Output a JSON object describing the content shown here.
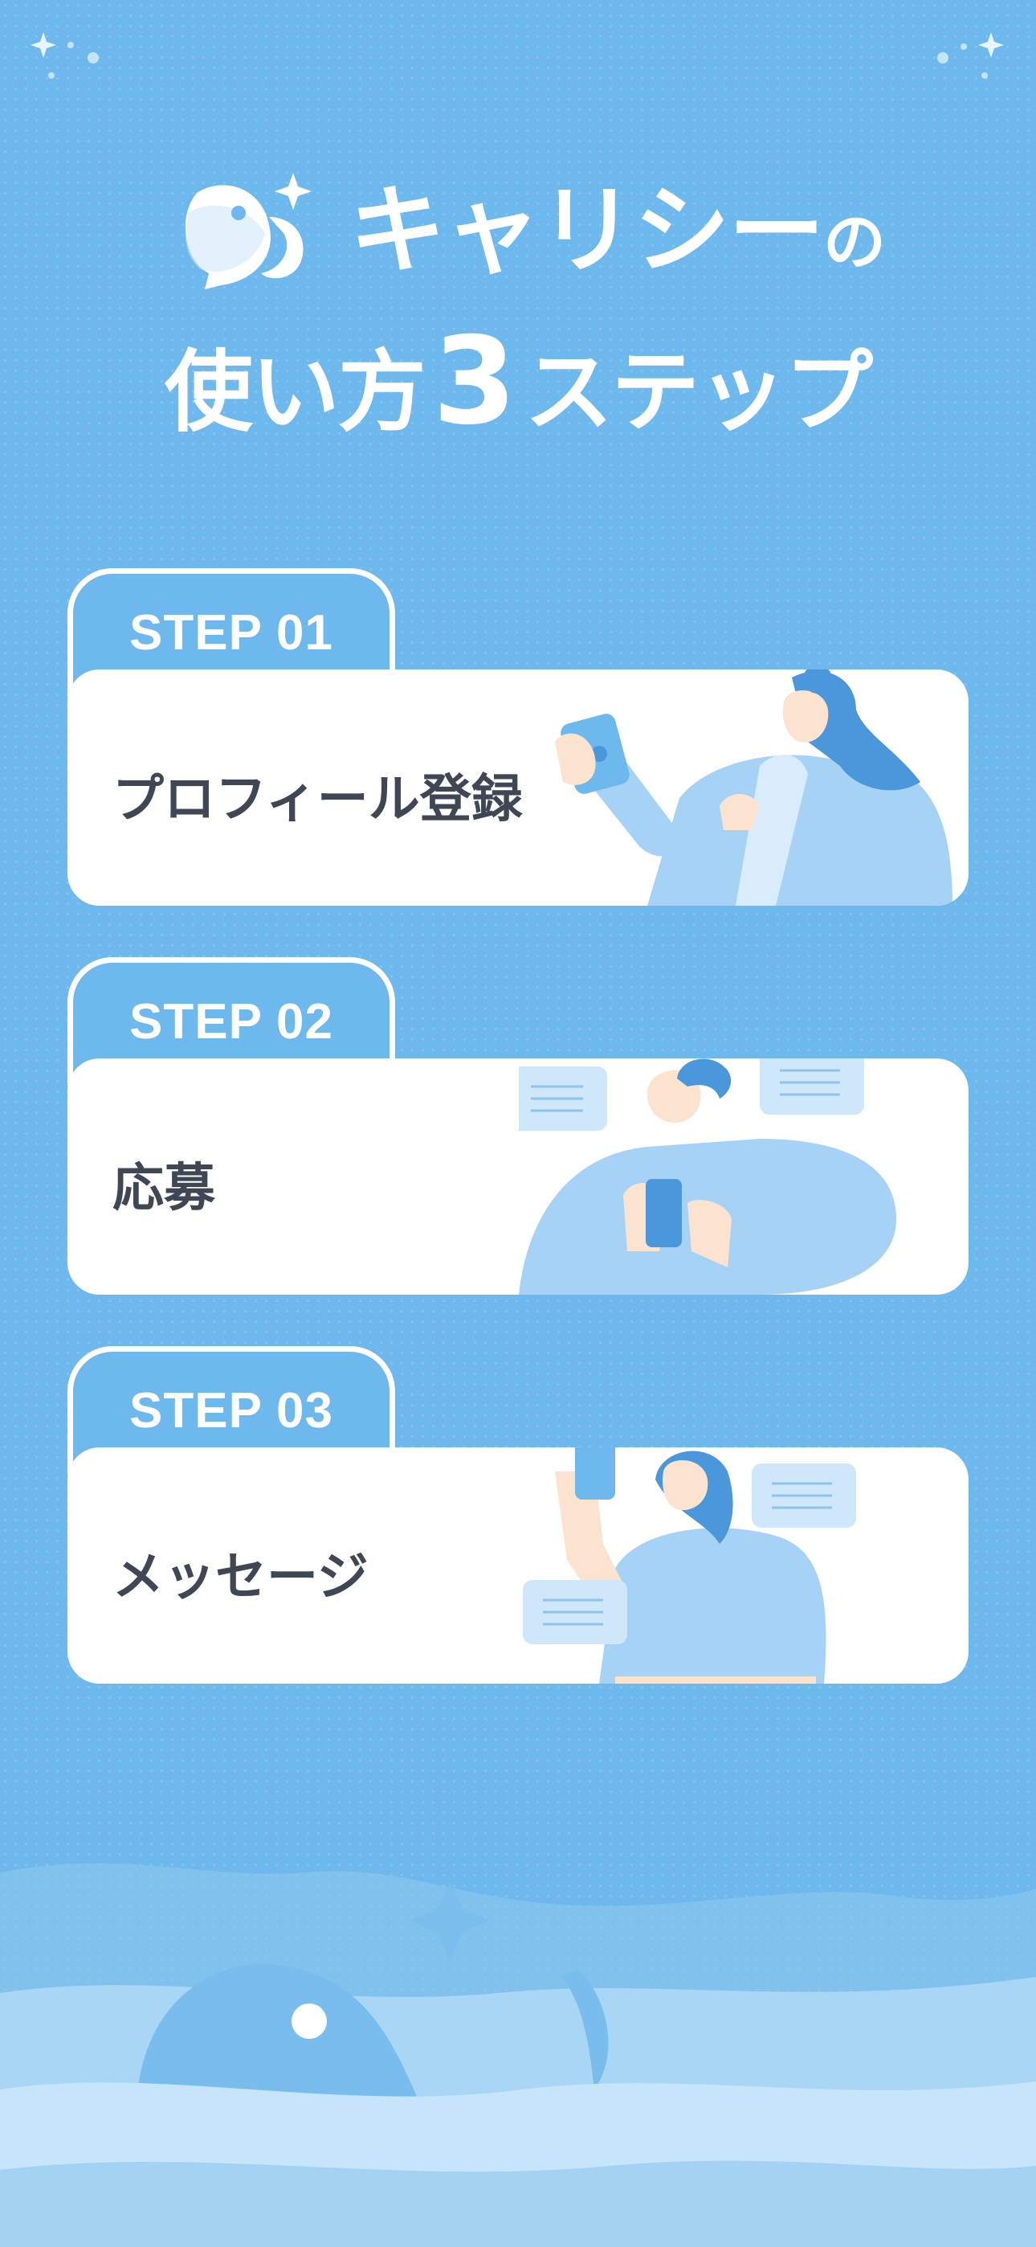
{
  "header": {
    "brand_name": "キャリシー",
    "brand_suffix": "の",
    "title_prefix": "使い方",
    "title_number": "3",
    "title_suffix": "ステップ"
  },
  "steps": [
    {
      "label": "STEP 01",
      "title": "プロフィール登録",
      "illustration": "woman-holding-phone-illustration"
    },
    {
      "label": "STEP 02",
      "title": "応募",
      "illustration": "man-with-phone-and-chat-bubbles-illustration"
    },
    {
      "label": "STEP 03",
      "title": "メッセージ",
      "illustration": "woman-messaging-illustration"
    }
  ],
  "colors": {
    "background": "#6db8ec",
    "card": "#ffffff",
    "text": "#3f4754",
    "illustration_light": "#a6d3f5",
    "illustration_dark": "#4a97dc",
    "skin": "#fbe3cf"
  }
}
